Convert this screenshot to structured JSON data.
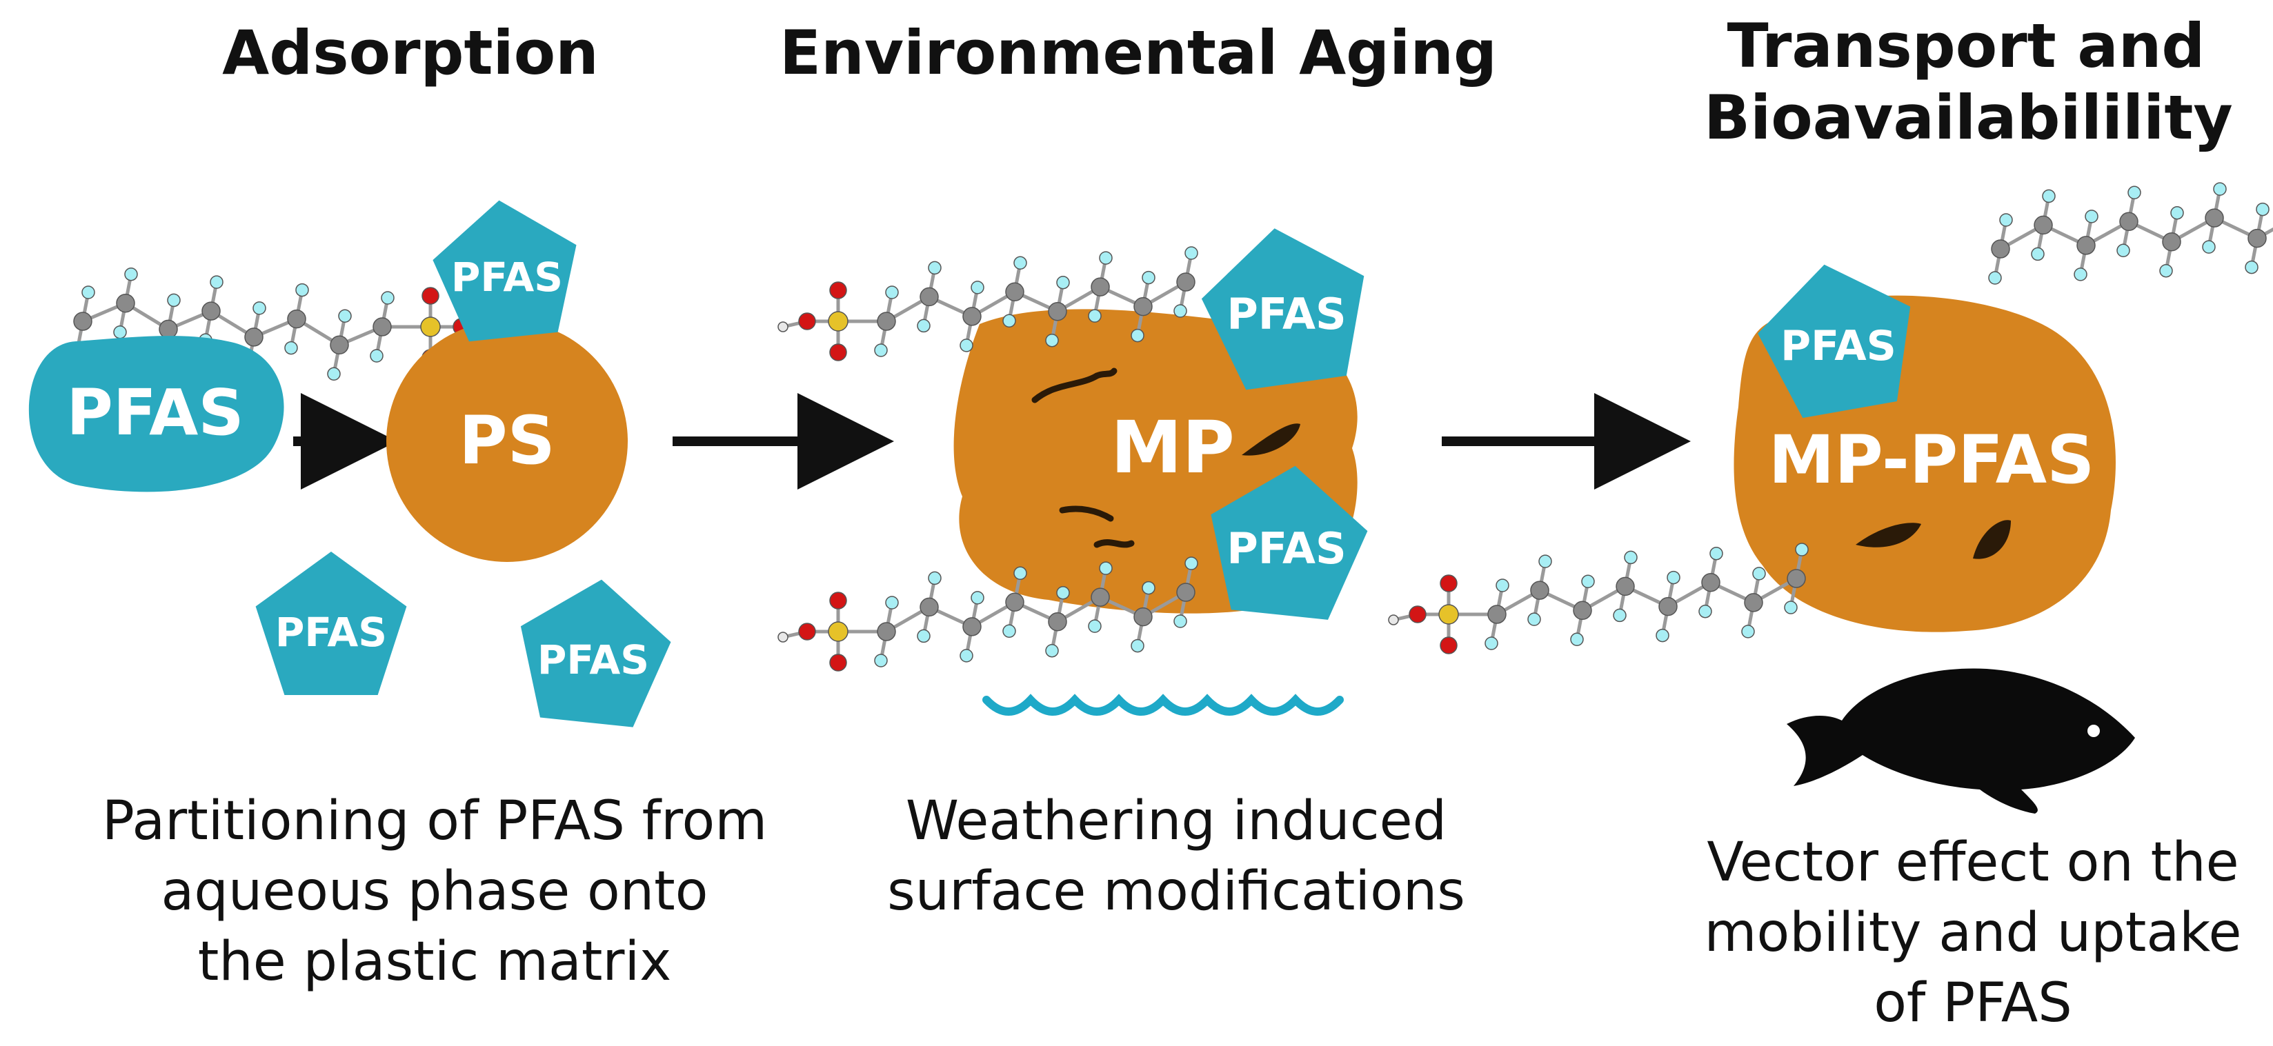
{
  "colors": {
    "teal": "#2aa9bf",
    "orange": "#d6841f",
    "arrow": "#111111",
    "carbon": "#8a8a8a",
    "fluorine": "#a8eef4",
    "oxygen": "#d31515",
    "sulfur": "#e6c229",
    "fish": "#0b0b0b",
    "water": "#1ea9c8"
  },
  "panels": [
    {
      "title_lines": [
        "Adsorption"
      ],
      "caption_lines": [
        "Partitioning of PFAS from",
        "aqueous phase onto",
        "the plastic matrix"
      ],
      "labels": {
        "blob": "PFAS",
        "particle": "PS",
        "pent1": "PFAS",
        "pent2": "PFAS",
        "pent3": "PFAS"
      }
    },
    {
      "title_lines": [
        "Environmental Aging"
      ],
      "caption_lines": [
        "Weathering induced",
        "surface modifications"
      ],
      "labels": {
        "particle": "MP",
        "pent1": "PFAS",
        "pent2": "PFAS"
      }
    },
    {
      "title_lines": [
        "Transport and",
        "Bioavailabilility"
      ],
      "caption_lines": [
        "Vector effect on the",
        "mobility and uptake",
        "of PFAS"
      ],
      "labels": {
        "particle": "MP-PFAS",
        "pent1": "PFAS"
      },
      "icons": [
        "fish-icon"
      ]
    }
  ]
}
